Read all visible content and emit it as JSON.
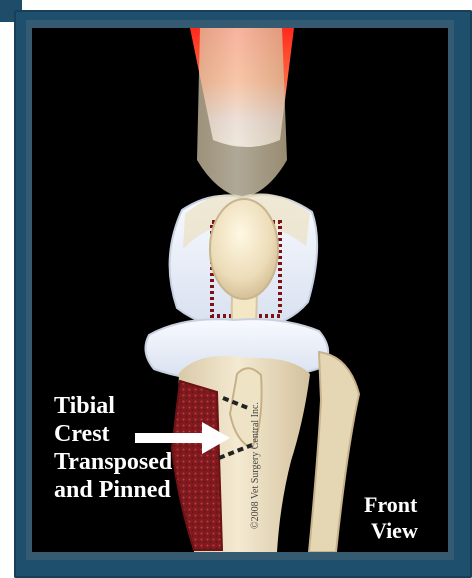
{
  "figure": {
    "callout_lines": [
      "Tibial",
      "Crest",
      "Transposed",
      "and Pinned"
    ],
    "view_lines": [
      "Front",
      "View"
    ],
    "copyright": "©2008 Vet Surgery Central Inc."
  },
  "colors": {
    "frame": "#1e4f6c",
    "background": "#000000",
    "bone": "#f0e5c6",
    "cartilage": "#e9eef7",
    "muscle": "#ff3b1f",
    "cut_surface": "#8e1f24",
    "labels": "#ffffff"
  }
}
